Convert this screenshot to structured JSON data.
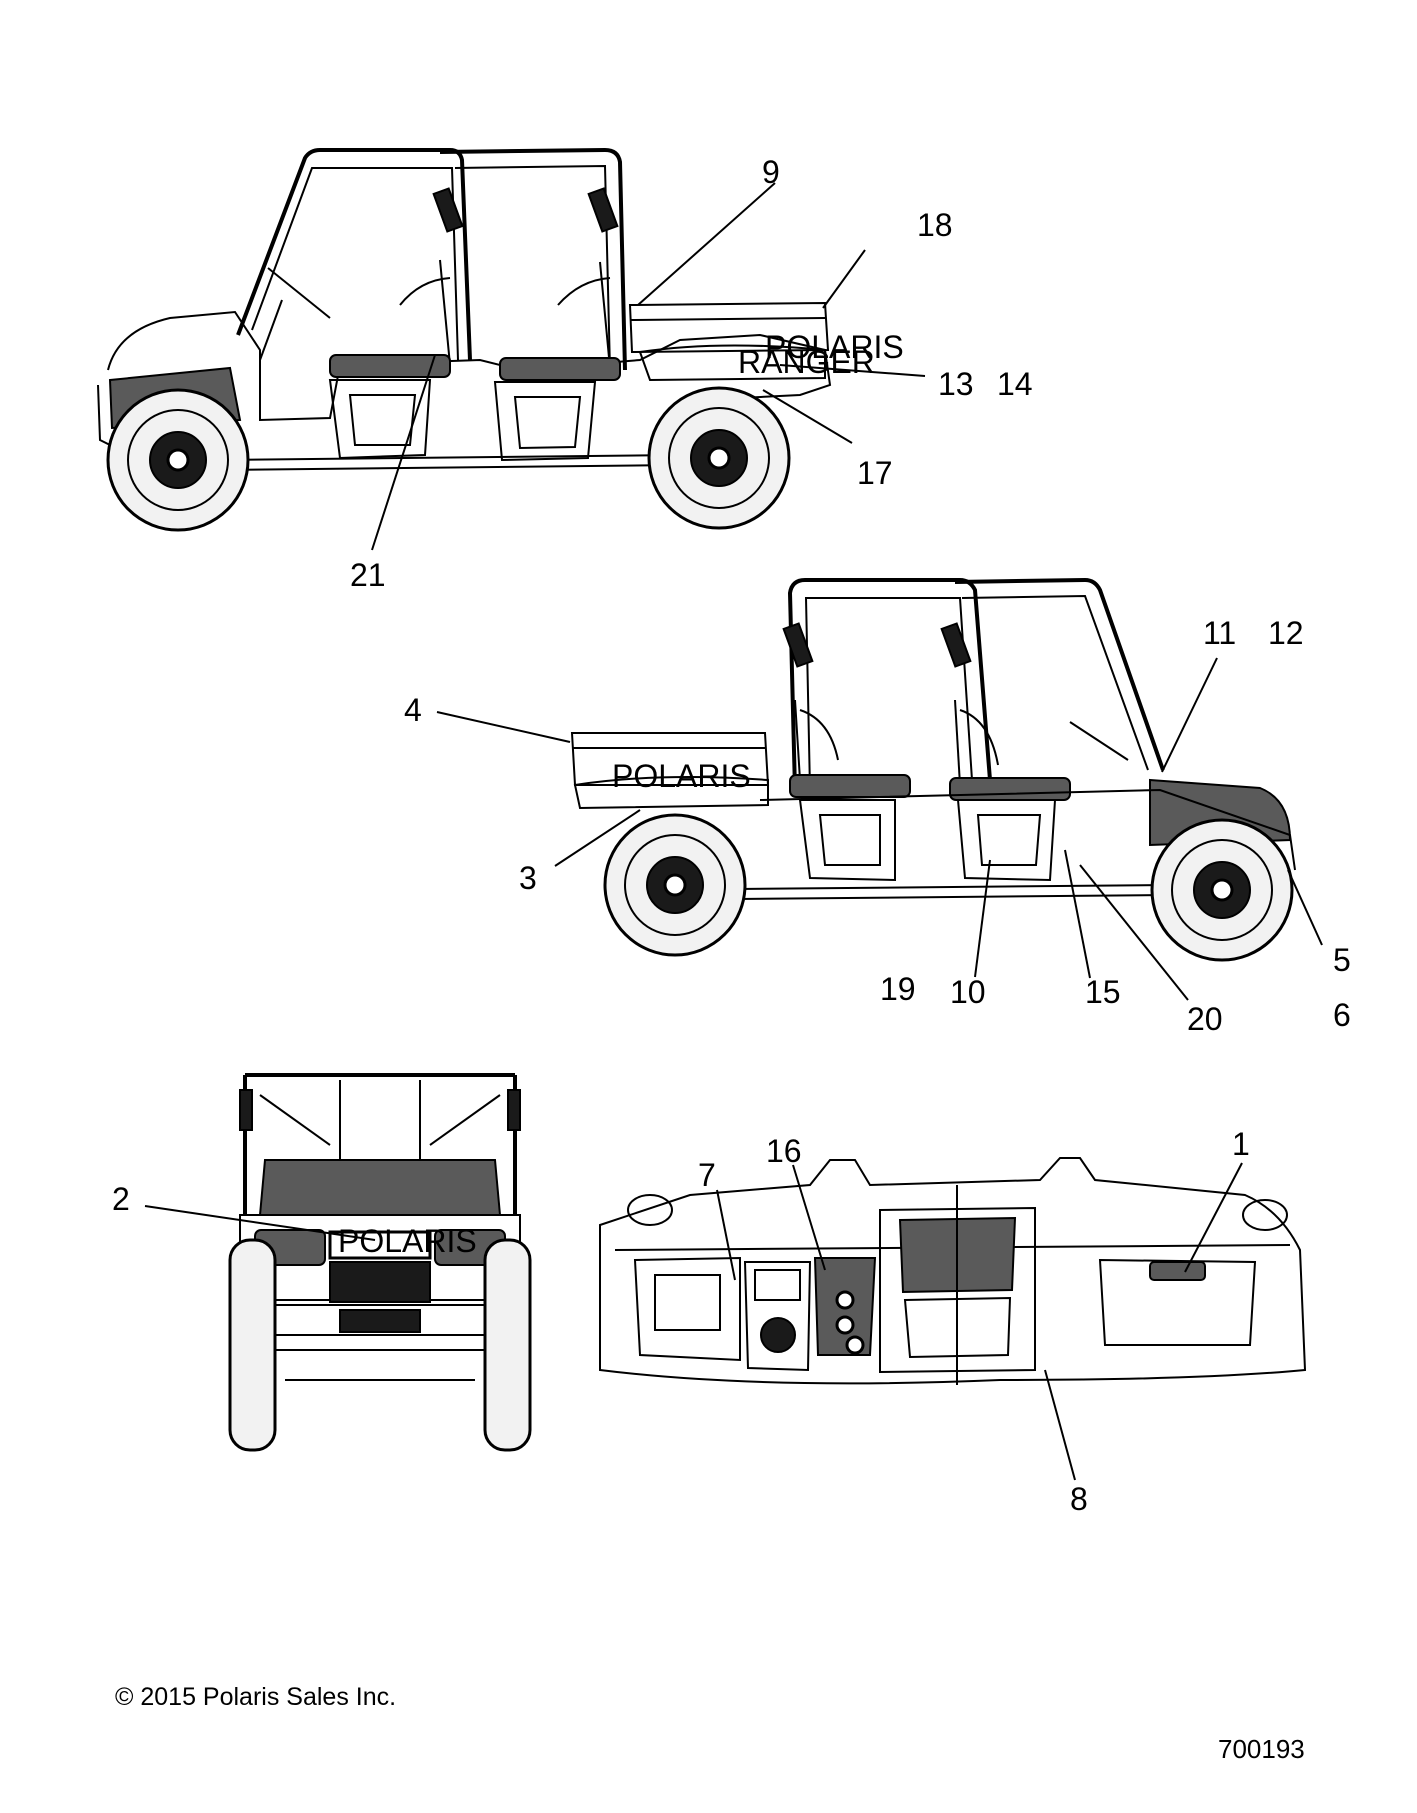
{
  "callouts": [
    "9",
    "18",
    "13",
    "14",
    "17",
    "21",
    "11",
    "12",
    "4",
    "3",
    "5",
    "6",
    "19",
    "10",
    "15",
    "20",
    "2",
    "7",
    "16",
    "1",
    "8"
  ],
  "decal_text": {
    "brand": "POLARIS",
    "model": "RANGER"
  },
  "footer": {
    "copyright": "© 2015 Polaris Sales Inc.",
    "figure_number": "700193"
  }
}
